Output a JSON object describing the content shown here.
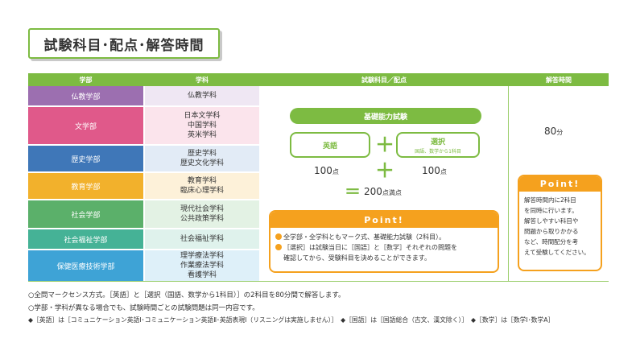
{
  "title": "試験科目･配点･解答時間",
  "header": {
    "dept": "学部",
    "subject": "学科",
    "exam": "試験科目／配点",
    "time": "解答時間"
  },
  "rows": [
    {
      "dept": "仏教学部",
      "color": "#9c6fb0",
      "bg": "#efe7f3",
      "subjects": [
        "仏教学科"
      ]
    },
    {
      "dept": "文学部",
      "color": "#e0598a",
      "bg": "#fbe4ec",
      "subjects": [
        "日本文学科",
        "中国学科",
        "英米学科"
      ]
    },
    {
      "dept": "歴史学部",
      "color": "#3f77b8",
      "bg": "#e2ebf6",
      "subjects": [
        "歴史学科",
        "歴史文化学科"
      ]
    },
    {
      "dept": "教育学部",
      "color": "#f2b12c",
      "bg": "#fdf1d9",
      "subjects": [
        "教育学科",
        "臨床心理学科"
      ]
    },
    {
      "dept": "社会学部",
      "color": "#5bb06a",
      "bg": "#e3f2e4",
      "subjects": [
        "現代社会学科",
        "公共政策学科"
      ]
    },
    {
      "dept": "社会福祉学部",
      "color": "#45b296",
      "bg": "#dff2ec",
      "subjects": [
        "社会福祉学科"
      ]
    },
    {
      "dept": "保健医療技術学部",
      "color": "#3ea3d6",
      "bg": "#def0f9",
      "subjects": [
        "理学療法学科",
        "作業療法学科",
        "看護学科"
      ]
    }
  ],
  "exam": {
    "basic_label": "基礎能力試験",
    "english": "英語",
    "elective": "選択",
    "elective_sub": "国語、数学から1科目",
    "score1": "100",
    "score2": "100",
    "score_unit": "点",
    "total": "200",
    "total_unit": "点満点",
    "plus": "＋",
    "equals": "＝",
    "point_title": "Point!",
    "point1": "全学部・全学科ともマーク式、基礎能力試験（2科目）。",
    "point2a": "［選択］は試験当日に［国語］と［数学］それぞれの問題を",
    "point2b": "確認してから、受験科目を決めることができます。"
  },
  "time": {
    "value": "80",
    "unit": "分",
    "point_title": "Point!",
    "point_lines": [
      "解答時間内に2科目",
      "を同時に行います。",
      "解答しやすい科目や",
      "問題から取りかかる",
      "など、時間配分を考",
      "えて受験してください。"
    ]
  },
  "notes": {
    "n1": "○全問マークセンス方式。［英語］と［選択（国語、数学から1科目）］の2科目を80分間で解答します。",
    "n2": "○学部・学科が異なる場合でも、試験時間ごとの試験問題は同一内容です。",
    "n3": "◆［英語］は［コミュニケーション英語Ⅰ･コミュニケーション英語Ⅱ･英語表現Ⅰ（リスニングは実施しません）］　◆［国語］は［国語総合（古文、漢文除く）］　◆［数学］は［数学Ⅰ･数学A］"
  },
  "colors": {
    "green": "#7dbb42",
    "orange": "#f5a11e"
  }
}
